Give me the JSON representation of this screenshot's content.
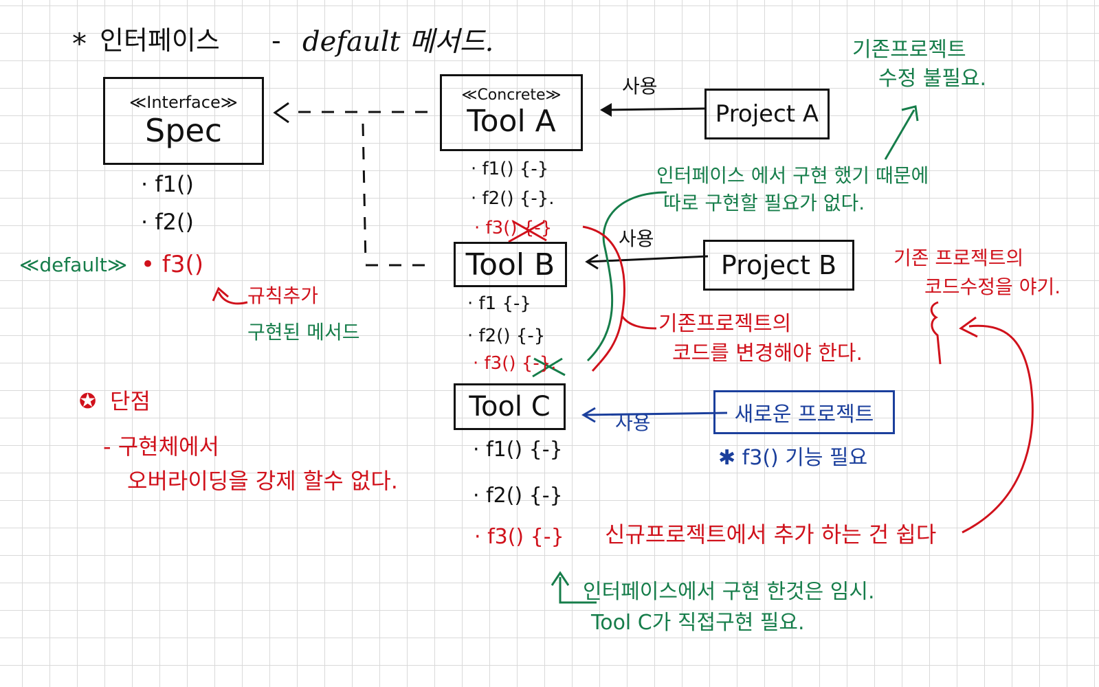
{
  "title": {
    "star": "*",
    "main": "인터페이스",
    "dash": "-",
    "sub": "default 메서드."
  },
  "spec": {
    "stereo": "≪Interface≫",
    "name": "Spec",
    "m1": "· f1()",
    "m2": "· f2()",
    "default_tag": "≪default≫",
    "m3": "• f3()"
  },
  "tool_a": {
    "stereo": "≪Concrete≫",
    "name": "Tool A",
    "m1": "· f1() {-}",
    "m2": "· f2() {-}.",
    "m3": "· f3() {-}"
  },
  "tool_b": {
    "name": "Tool B",
    "m1": "· f1 {-}",
    "m2": "· f2() {-}",
    "m3": "· f3() {-}."
  },
  "tool_c": {
    "name": "Tool C",
    "m1": "· f1() {-}",
    "m2": "· f2() {-}",
    "m3": "· f3() {-}"
  },
  "project_a": {
    "name": "Project A",
    "use": "사용"
  },
  "project_b": {
    "name": "Project B",
    "use": "사용"
  },
  "project_new": {
    "name": "새로운 프로젝트",
    "use": "사용",
    "need": "✱ f3() 기능 필요"
  },
  "notes": {
    "rule_added": "규칙추가",
    "implemented_method": "구현된 메서드",
    "no_modify": [
      "기존프로젝트",
      "수정 불필요."
    ],
    "no_need": [
      "인터페이스 에서 구현 했기 때문에",
      "따로 구현할 필요가 없다."
    ],
    "must_change": [
      "기존프로젝트의",
      "코드를 변경해야 한다."
    ],
    "cause": [
      "기존 프로젝트의",
      "코드수정을 야기."
    ],
    "easy": "신규프로젝트에서 추가 하는 건 쉽다",
    "temporary": [
      "인터페이스에서 구현 한것은 임시.",
      "Tool C가 직접구현 필요."
    ],
    "drawback_title": "단점",
    "drawback_lines": [
      "- 구현체에서",
      "오버라이딩을 강제 할수 없다."
    ]
  },
  "colors": {
    "black": "#111111",
    "red": "#d0111b",
    "green": "#167d4a",
    "blue": "#1b3f9c"
  }
}
